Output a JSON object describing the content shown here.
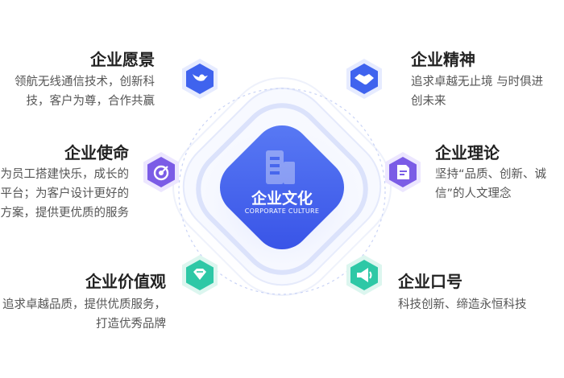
{
  "center": {
    "title": "企业文化",
    "subtitle": "CORPORATE CULTURE"
  },
  "items": [
    {
      "title": "企业愿景",
      "desc": "领航无线通信技术，创新科技，客户为尊，合作共赢",
      "icon": "bird-icon",
      "color": "#3f63ee"
    },
    {
      "title": "企业使命",
      "desc": "为员工搭建快乐，成长的平台；为客户设计更好的方案，提供更优质的服务",
      "icon": "target-icon",
      "color": "#7b5ce6"
    },
    {
      "title": "企业价值观",
      "desc": "追求卓越品质，提供优质服务，打造优秀品牌",
      "icon": "diamond-icon",
      "color": "#2ec8a6"
    },
    {
      "title": "企业精神",
      "desc": "追求卓越无止境 与时俱进创未来",
      "icon": "handshake-icon",
      "color": "#3f63ee"
    },
    {
      "title": "企业理论",
      "desc": "坚持“品质、创新、诚信”的人文理念",
      "icon": "document-icon",
      "color": "#7b5ce6"
    },
    {
      "title": "企业口号",
      "desc": "科技创新、缔造永恒科技",
      "icon": "megaphone-icon",
      "color": "#2ec8a6"
    }
  ]
}
